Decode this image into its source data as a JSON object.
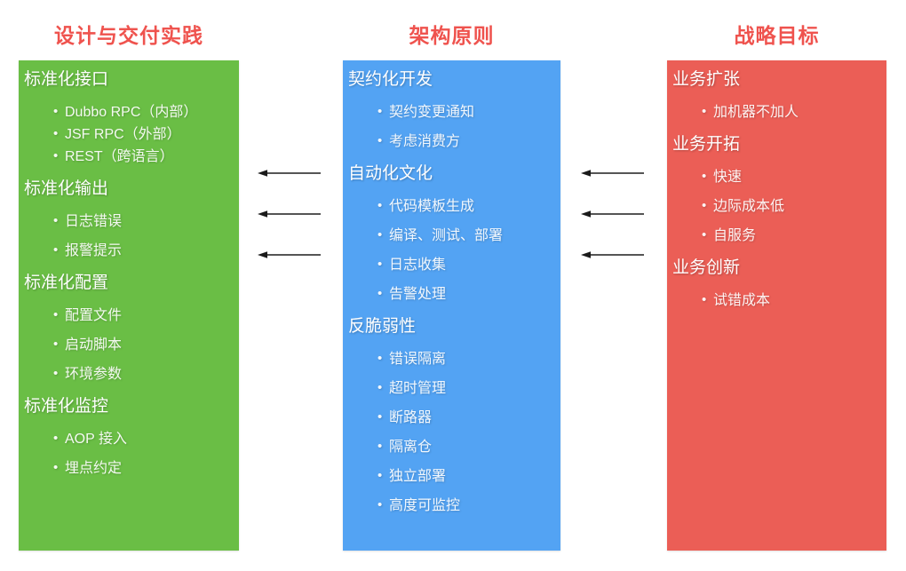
{
  "colors": {
    "column_red": "#EB5E56",
    "column_blue": "#53A3F3",
    "column_green": "#6ABE45",
    "title_text": "#EF534E",
    "box_text": "#FFFFFF",
    "arrow": "#3D3D3D"
  },
  "arrows": {
    "icon": "arrow-left-icon",
    "direction": "left",
    "per_gap": 3,
    "gaps": 2
  },
  "columns": [
    {
      "id": "strategic-goals",
      "title": "战略目标",
      "color": "#EB5E56",
      "sections": [
        {
          "heading": "业务扩张",
          "items": [
            "加机器不加人"
          ]
        },
        {
          "heading": "业务开拓",
          "items": [
            "快速",
            "边际成本低",
            "自服务"
          ]
        },
        {
          "heading": "业务创新",
          "items": [
            "试错成本"
          ]
        }
      ]
    },
    {
      "id": "architecture-principles",
      "title": "架构原则",
      "color": "#53A3F3",
      "sections": [
        {
          "heading": "契约化开发",
          "items": [
            "契约变更通知",
            "考虑消费方"
          ]
        },
        {
          "heading": "自动化文化",
          "items": [
            "代码模板生成",
            "编译、测试、部署",
            "日志收集",
            "告警处理"
          ]
        },
        {
          "heading": "反脆弱性",
          "items": [
            "错误隔离",
            "超时管理",
            "断路器",
            "隔离仓",
            "独立部署",
            "高度可监控"
          ]
        }
      ]
    },
    {
      "id": "design-delivery-practices",
      "title": "设计与交付实践",
      "color": "#6ABE45",
      "sections": [
        {
          "heading": "标准化接口",
          "tight": true,
          "items": [
            "Dubbo RPC（内部）",
            "JSF RPC（外部）",
            "REST（跨语言）"
          ]
        },
        {
          "heading": "标准化输出",
          "items": [
            "日志错误",
            "报警提示"
          ]
        },
        {
          "heading": "标准化配置",
          "items": [
            "配置文件",
            "启动脚本",
            "环境参数"
          ]
        },
        {
          "heading": "标准化监控",
          "items": [
            "AOP 接入",
            "埋点约定"
          ]
        }
      ]
    }
  ]
}
